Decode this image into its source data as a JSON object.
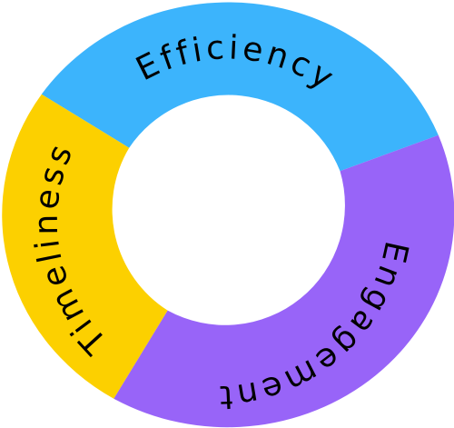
{
  "diagram": {
    "type": "ring",
    "segments": [
      {
        "label": "Efficiency",
        "color": "#3CB4FC"
      },
      {
        "label": "Engagement",
        "color": "#9864F8"
      },
      {
        "label": "Timeliness",
        "color": "#FCD000"
      }
    ]
  }
}
